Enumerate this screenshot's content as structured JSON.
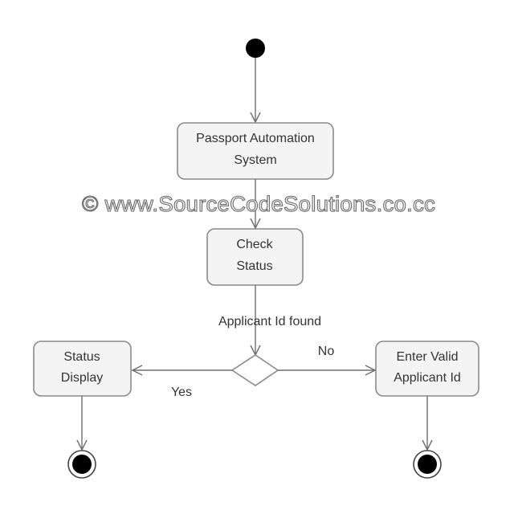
{
  "diagram": {
    "nodes": {
      "passport_system": [
        "Passport Automation",
        "System"
      ],
      "check_status": [
        "Check",
        "Status"
      ],
      "status_display": [
        "Status",
        "Display"
      ],
      "enter_valid_id": [
        "Enter Valid",
        "Applicant Id"
      ]
    },
    "decision_label": "Applicant Id found",
    "branch_yes": "Yes",
    "branch_no": "No"
  },
  "watermark": {
    "text": "© www.SourceCodeSolutions.co.cc"
  },
  "colors": {
    "line": "#6e6e6e",
    "box_fill": "#f4f4f4",
    "box_stroke": "#8a8a8a",
    "text": "#333333",
    "node_fill": "#000000"
  }
}
